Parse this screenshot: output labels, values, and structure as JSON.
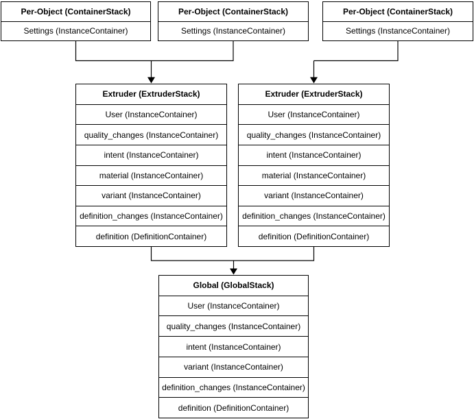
{
  "diagram": {
    "background_color": "#ffffff",
    "stroke_color": "#000000",
    "text_color": "#000000",
    "boxes": {
      "per_object_1": {
        "title": "Per-Object (ContainerStack)",
        "rows": [
          "Settings (InstanceContainer)"
        ]
      },
      "per_object_2": {
        "title": "Per-Object (ContainerStack)",
        "rows": [
          "Settings (InstanceContainer)"
        ]
      },
      "per_object_3": {
        "title": "Per-Object (ContainerStack)",
        "rows": [
          "Settings (InstanceContainer)"
        ]
      },
      "extruder_1": {
        "title": "Extruder (ExtruderStack)",
        "rows": [
          "User (InstanceContainer)",
          "quality_changes (InstanceContainer)",
          "intent (InstanceContainer)",
          "material (InstanceContainer)",
          "variant (InstanceContainer)",
          "definition_changes (InstanceContainer)",
          "definition (DefinitionContainer)"
        ]
      },
      "extruder_2": {
        "title": "Extruder (ExtruderStack)",
        "rows": [
          "User (InstanceContainer)",
          "quality_changes (InstanceContainer)",
          "intent (InstanceContainer)",
          "material (InstanceContainer)",
          "variant (InstanceContainer)",
          "definition_changes (InstanceContainer)",
          "definition (DefinitionContainer)"
        ]
      },
      "global": {
        "title": "Global (GlobalStack)",
        "rows": [
          "User (InstanceContainer)",
          "quality_changes (InstanceContainer)",
          "intent (InstanceContainer)",
          "variant (InstanceContainer)",
          "definition_changes (InstanceContainer)",
          "definition (DefinitionContainer)"
        ]
      }
    },
    "edges": [
      {
        "from": "per-object-1",
        "to": "extruder-1"
      },
      {
        "from": "per-object-2",
        "to": "extruder-1"
      },
      {
        "from": "per-object-3",
        "to": "extruder-2"
      },
      {
        "from": "extruder-1",
        "to": "global"
      },
      {
        "from": "extruder-2",
        "to": "global"
      }
    ]
  }
}
